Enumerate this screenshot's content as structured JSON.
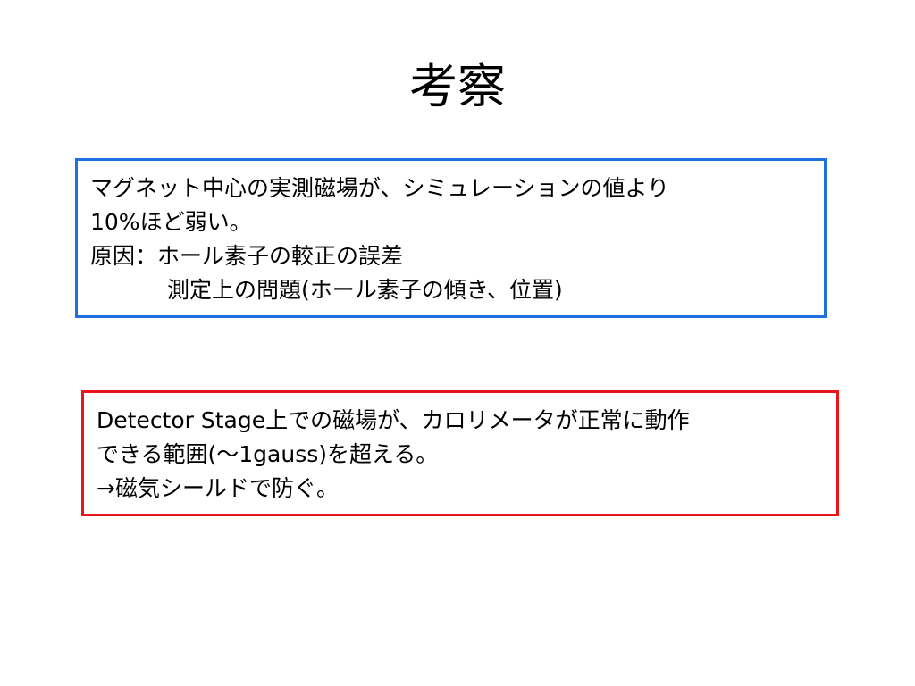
{
  "slide": {
    "title": "考察",
    "box_blue": {
      "border_color": "#1f6fe0",
      "lines": [
        "マグネット中心の実測磁場が、シミュレーションの値より",
        "10%ほど弱い。",
        "原因：ホール素子の較正の誤差",
        "測定上の問題(ホール素子の傾き、位置)"
      ]
    },
    "box_red": {
      "border_color": "#e8141e",
      "lines": [
        "Detector Stage上での磁場が、カロリメータが正常に動作",
        "できる範囲(〜1gauss)を超える。",
        "→磁気シールドで防ぐ。"
      ]
    }
  }
}
